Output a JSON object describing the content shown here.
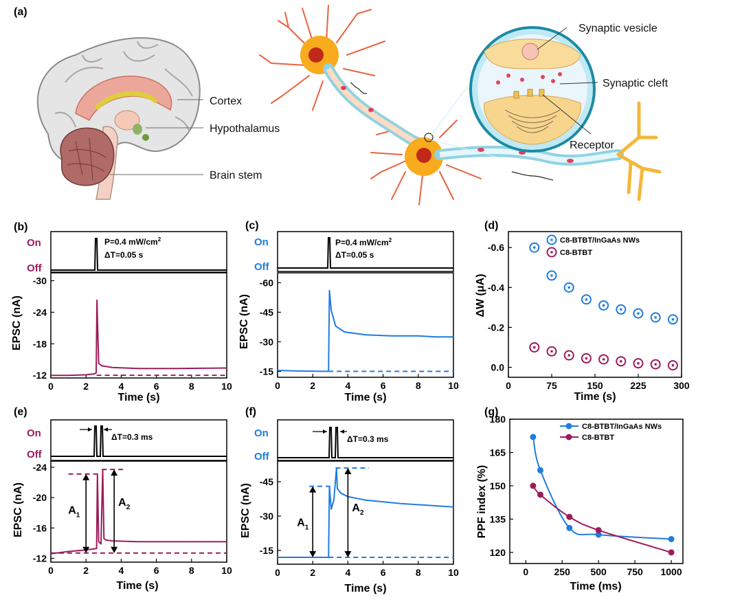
{
  "labels": {
    "a": "(a)",
    "b": "(b)",
    "c": "(c)",
    "d": "(d)",
    "e": "(e)",
    "f": "(f)",
    "g": "(g)"
  },
  "illustration": {
    "brain_labels": {
      "cortex": "Cortex",
      "hypothalamus": "Hypothalamus",
      "brain_stem": "Brain stem"
    },
    "synapse_labels": {
      "vesicle": "Synaptic vesicle",
      "cleft": "Synaptic cleft",
      "receptor": "Receptor"
    }
  },
  "colors": {
    "maroon": "#9c1b5b",
    "blue": "#1f7ce0",
    "black": "#000000"
  },
  "pulse_labels": {
    "on": "On",
    "off": "Off"
  },
  "chart_data": [
    {
      "id": "b",
      "type": "line",
      "color": "#9c1b5b",
      "annotation": {
        "power": "P=0.4 mW/cm",
        "power_sup": "2",
        "dt": "ΔT=0.05 s"
      },
      "xlabel": "Time (s)",
      "ylabel": "EPSC (nA)",
      "xticks": [
        "0",
        "2",
        "4",
        "6",
        "8",
        "10"
      ],
      "yticks": [
        "-12",
        "-18",
        "-24",
        "-30"
      ],
      "xlim": [
        0,
        10
      ],
      "ylim": [
        -11.5,
        -31.5
      ],
      "ylim_note": "reversed",
      "baseline": -12,
      "series": [
        {
          "x": [
            0,
            1,
            2,
            2.5,
            2.58,
            2.62,
            2.72,
            2.9,
            3.5,
            5,
            7,
            10
          ],
          "y": [
            -12,
            -12,
            -12.1,
            -12.3,
            -12.5,
            -26.3,
            -14.3,
            -13.8,
            -13.5,
            -13.3,
            -13.3,
            -13.4
          ]
        }
      ]
    },
    {
      "id": "c",
      "type": "line",
      "color": "#1f7ce0",
      "annotation": {
        "power": "P=0.4 mW/cm",
        "power_sup": "2",
        "dt": "ΔT=0.05 s"
      },
      "xlabel": "Time (s)",
      "ylabel": "EPSC (nA)",
      "xticks": [
        "0",
        "2",
        "4",
        "6",
        "8",
        "10"
      ],
      "yticks": [
        "-15",
        "-30",
        "-45",
        "-60"
      ],
      "xlim": [
        0,
        10
      ],
      "ylim": [
        -12,
        -65
      ],
      "ylim_note": "reversed",
      "baseline": -15,
      "series": [
        {
          "x": [
            0,
            1,
            2,
            2.85,
            2.9,
            2.95,
            3.05,
            3.3,
            3.8,
            5,
            6.5,
            8,
            9,
            10
          ],
          "y": [
            -15.5,
            -15.2,
            -15.1,
            -15,
            -15.5,
            -56,
            -46,
            -38,
            -35,
            -33.5,
            -33,
            -33,
            -32.5,
            -32.5
          ]
        }
      ]
    },
    {
      "id": "d",
      "type": "scatter",
      "xlabel": "Time (s)",
      "ylabel": "ΔW (μA)",
      "xticks": [
        "0",
        "75",
        "150",
        "225",
        "300"
      ],
      "yticks": [
        "0.0",
        "-0.2",
        "-0.4",
        "-0.6"
      ],
      "xlim": [
        0,
        300
      ],
      "ylim": [
        0.05,
        -0.68
      ],
      "ylim_note": "reversed",
      "legend_position": "top-right",
      "series": [
        {
          "name": "C8-BTBT/InGaAs NWs",
          "color": "#1f7ce0",
          "x": [
            45,
            75,
            105,
            135,
            165,
            195,
            225,
            255,
            285
          ],
          "y": [
            -0.6,
            -0.46,
            -0.4,
            -0.34,
            -0.31,
            -0.29,
            -0.27,
            -0.25,
            -0.24
          ]
        },
        {
          "name": "C8-BTBT",
          "color": "#9c1b5b",
          "x": [
            45,
            75,
            105,
            135,
            165,
            195,
            225,
            255,
            285
          ],
          "y": [
            -0.1,
            -0.08,
            -0.06,
            -0.045,
            -0.04,
            -0.03,
            -0.02,
            -0.015,
            -0.01
          ]
        }
      ]
    },
    {
      "id": "e",
      "type": "line",
      "color": "#9c1b5b",
      "annotation": {
        "dt": "ΔT=0.3 ms",
        "a1": "A",
        "a1_sub": "1",
        "a2": "A",
        "a2_sub": "2"
      },
      "xlabel": "Time (s)",
      "ylabel": "EPSC (nA)",
      "xticks": [
        "0",
        "2",
        "4",
        "6",
        "8",
        "10"
      ],
      "yticks": [
        "-12",
        "-16",
        "-20",
        "-24"
      ],
      "xlim": [
        0,
        10
      ],
      "ylim": [
        -11.5,
        -24.8
      ],
      "ylim_note": "reversed",
      "baseline": -12.7,
      "a1_level": -23.1,
      "a2_level": -23.7,
      "series": [
        {
          "x": [
            0,
            1,
            2,
            2.6,
            2.65,
            2.72,
            2.85,
            2.95,
            3.02,
            3.15,
            3.5,
            5,
            7,
            10
          ],
          "y": [
            -12.6,
            -12.9,
            -13.1,
            -13.3,
            -23.1,
            -14.2,
            -13.9,
            -23.7,
            -14.6,
            -14.4,
            -14.3,
            -14.2,
            -14.2,
            -14.2
          ]
        }
      ]
    },
    {
      "id": "f",
      "type": "line",
      "color": "#1f7ce0",
      "annotation": {
        "dt": "ΔT=0.3 ms",
        "a1": "A",
        "a1_sub": "1",
        "a2": "A",
        "a2_sub": "2"
      },
      "xlabel": "Time (s)",
      "ylabel": "EPSC (nA)",
      "xticks": [
        "0",
        "2",
        "4",
        "6",
        "8",
        "10"
      ],
      "yticks": [
        "-15",
        "-30",
        "-45"
      ],
      "xlim": [
        0,
        10
      ],
      "ylim": [
        -9,
        -54
      ],
      "ylim_note": "reversed",
      "baseline": -12,
      "a1_level": -43,
      "a2_level": -51,
      "series": [
        {
          "x": [
            0,
            1,
            2,
            2.9,
            2.95,
            3.05,
            3.2,
            3.35,
            3.4,
            3.6,
            4,
            5,
            7,
            10
          ],
          "y": [
            -12,
            -12,
            -12,
            -12,
            -43,
            -33,
            -37,
            -51,
            -42,
            -40,
            -38.5,
            -37,
            -35.5,
            -34
          ]
        }
      ]
    },
    {
      "id": "g",
      "type": "line",
      "xlabel": "Time (ms)",
      "ylabel": "PPF index (%)",
      "xticks": [
        "0",
        "250",
        "500",
        "750",
        "1000"
      ],
      "yticks": [
        "120",
        "135",
        "150",
        "165",
        "180"
      ],
      "xlim": [
        -110,
        1080
      ],
      "ylim": [
        115,
        180
      ],
      "legend_position": "top-right",
      "series": [
        {
          "name": "C8-BTBT/InGaAs NWs",
          "color": "#1f7ce0",
          "x": [
            50,
            100,
            300,
            500,
            1000
          ],
          "y": [
            172,
            157,
            131,
            128,
            126
          ]
        },
        {
          "name": "C8-BTBT",
          "color": "#9c1b5b",
          "x": [
            50,
            100,
            300,
            500,
            1000
          ],
          "y": [
            150,
            146,
            136,
            130,
            120
          ]
        }
      ]
    }
  ]
}
